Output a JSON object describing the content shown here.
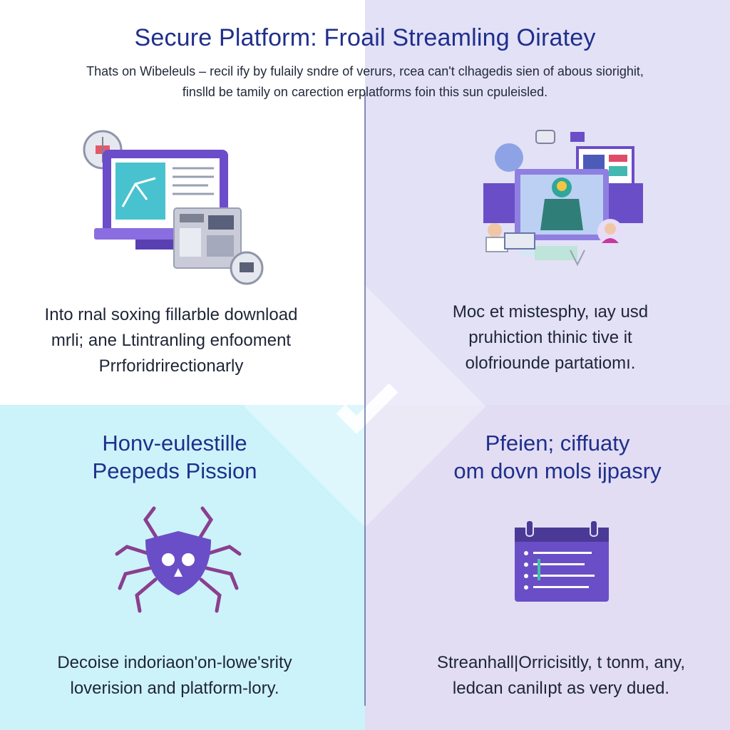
{
  "header": {
    "title": "Secure Platform: Froail Streamling Oiratey",
    "subtitle_line1": "Thats on Wibeleuls – recil ify by fulaily sndre of verurs, rcea can't clhagedis sien of abous siorighit,",
    "subtitle_line2": "finslld be tamily on carection erplatforms foin this sun cpuleisled."
  },
  "quadrants": {
    "top_left": {
      "text_lines": [
        "Into rnal soxing fillarble download",
        "mrli; ane Ltintranling enfooment",
        "Prrforidrirectionarly"
      ],
      "icon": "computer-with-documents-icon"
    },
    "top_right": {
      "text_lines": [
        "Moc et mistesphy, ιay usd",
        "pruhiction thinic tive it",
        "olofriounde partatiomı."
      ],
      "icon": "video-streaming-people-icon"
    },
    "bottom_left": {
      "heading_lines": [
        "Honv-eulestille",
        "Peepeds Pission"
      ],
      "text_lines": [
        "Decoise indoriaon'on-lowe'srity",
        "loverision and platform-lory."
      ],
      "icon": "spider-bug-shield-icon"
    },
    "bottom_right": {
      "heading_lines": [
        "Pfeien; ciffuaty",
        "om dovn mols ijpasry"
      ],
      "text_lines": [
        "Streanhall|Orricisitly, t tonm, any,",
        "ledcan canilıpt as very dued."
      ],
      "icon": "calendar-list-icon"
    }
  },
  "colors": {
    "title": "#1f2f8c",
    "accent_purple": "#6a4ec7",
    "accent_teal": "#3fbfc9",
    "bottom_left_bg": "#cdf3fa",
    "right_bg": "#e3e1f6"
  }
}
